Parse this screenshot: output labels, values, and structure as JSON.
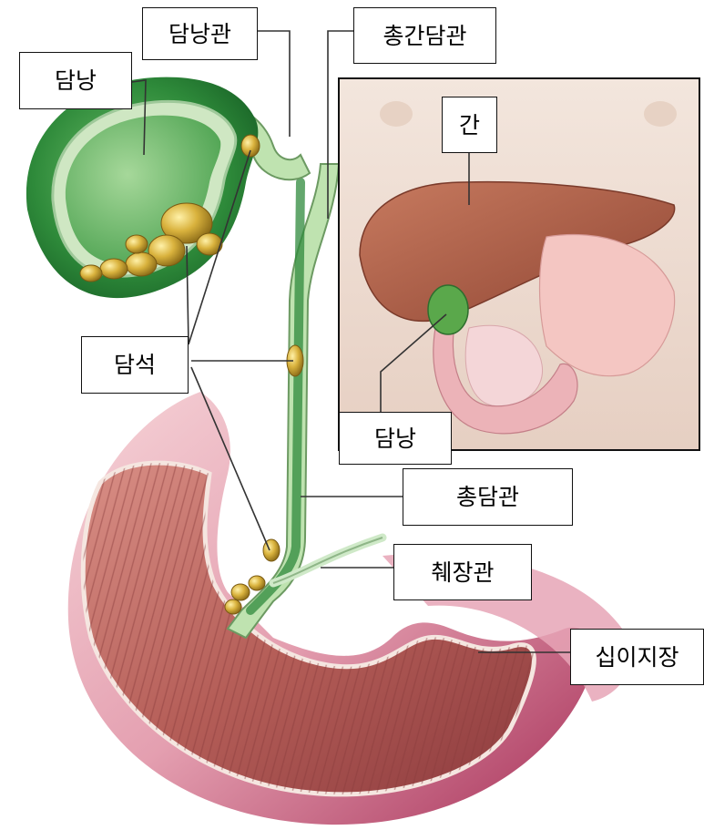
{
  "labels": {
    "gallbladder": "담낭",
    "cystic_duct": "담낭관",
    "common_hepatic_duct": "총간담관",
    "liver": "간",
    "gallstones": "담석",
    "gallbladder_inset": "담낭",
    "common_bile_duct": "총담관",
    "pancreatic_duct": "췌장관",
    "duodenum": "십이지장"
  },
  "colors": {
    "gallbladder_green": "#2f8a3c",
    "bile_duct_green": "#a8d69a",
    "gallstone_yellow": "#d7b43a",
    "duodenum_pink": "#e9a3b0",
    "duodenum_lumen": "#b75a5a",
    "liver_brown": "#a95a45",
    "inset_background": "#f1e4da",
    "inset_border": "#111111"
  }
}
